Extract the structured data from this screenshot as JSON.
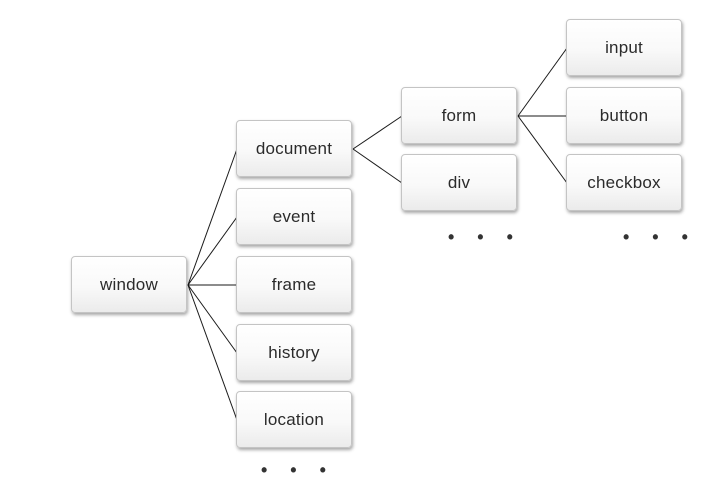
{
  "diagram": {
    "root": {
      "label": "window"
    },
    "level1": [
      {
        "label": "document"
      },
      {
        "label": "event"
      },
      {
        "label": "frame"
      },
      {
        "label": "history"
      },
      {
        "label": "location"
      }
    ],
    "level2": [
      {
        "label": "form"
      },
      {
        "label": "div"
      }
    ],
    "level3": [
      {
        "label": "input"
      },
      {
        "label": "button"
      },
      {
        "label": "checkbox"
      }
    ],
    "ellipsis": {
      "level1": "• • •",
      "level2": "• • •",
      "level3": "• • •"
    },
    "colors": {
      "line": "#1a1a1a",
      "node_border": "#c4c4c4",
      "text": "#2b2b2b"
    }
  }
}
